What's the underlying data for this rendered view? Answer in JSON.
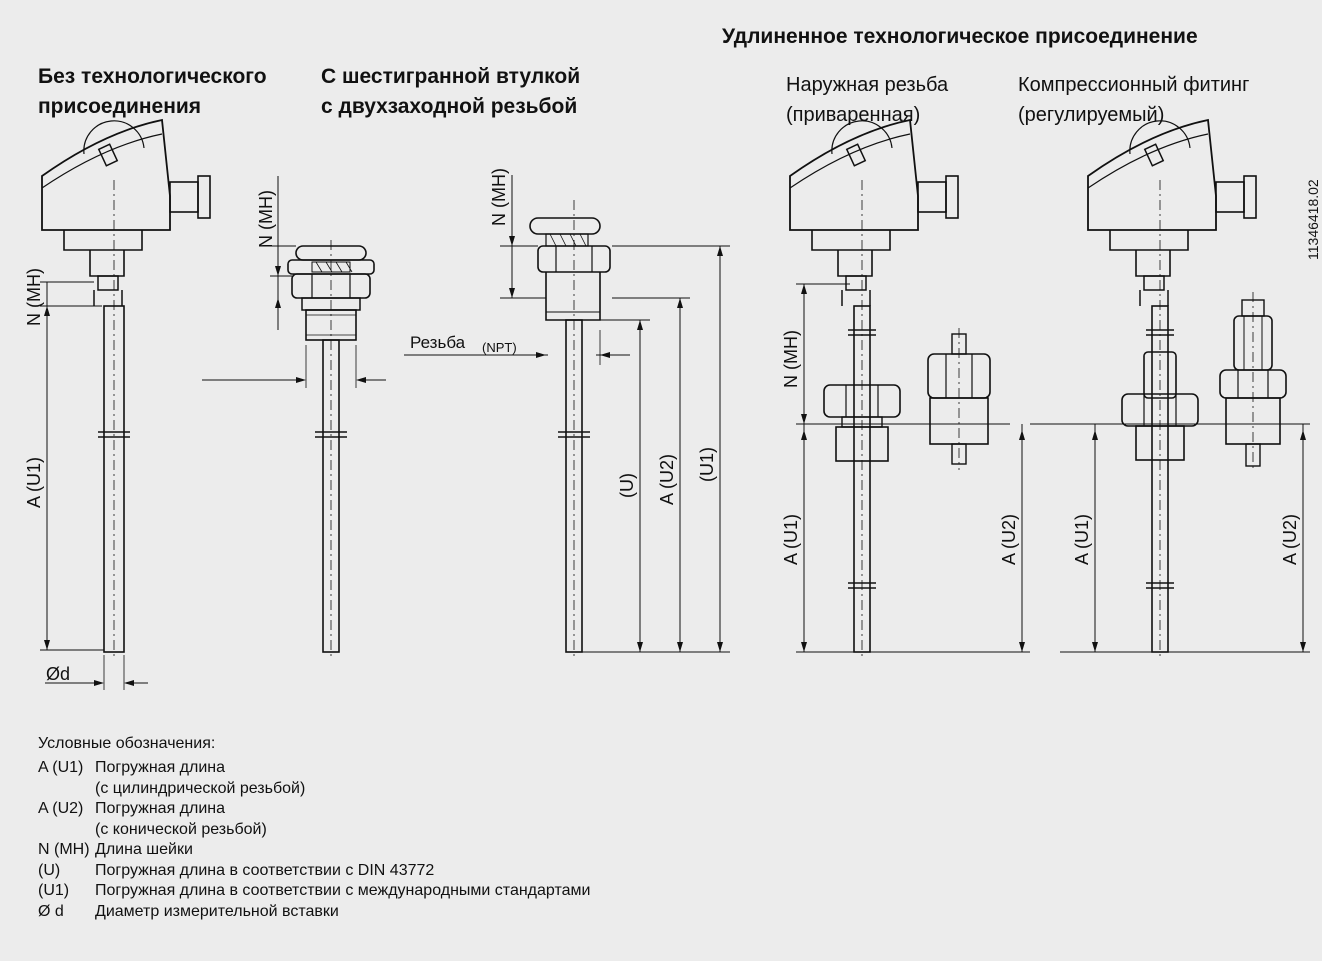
{
  "headers": {
    "group_extended": "Удлиненное технологическое присоединение",
    "col1_line1": "Без технологического",
    "col1_line2": "присоединения",
    "col2_line1": "С шестигранной втулкой",
    "col2_line2": "с двухзаходной резьбой",
    "col3_line1": "Наружная резьба",
    "col3_line2": "(приваренная)",
    "col4_line1": "Компрессионный фитинг",
    "col4_line2": "(регулируемый)"
  },
  "drawing_id": "11346418.02",
  "labels": {
    "thread": "Резьба",
    "npt": "(NPT)",
    "diam": "Ød",
    "n_mh": "N (MH)",
    "a_u1": "A (U1)",
    "a_u2": "A (U2)",
    "u": "(U)",
    "u1": "(U1)"
  },
  "legend": {
    "title": "Условные обозначения:",
    "items": [
      {
        "sym": "A (U1)",
        "desc": "Погружная длина"
      },
      {
        "sym": "",
        "desc": "(с цилиндрической резьбой)"
      },
      {
        "sym": "A (U2)",
        "desc": "Погружная длина"
      },
      {
        "sym": "",
        "desc": "(с конической резьбой)"
      },
      {
        "sym": "N (MH)",
        "desc": "Длина шейки"
      },
      {
        "sym": "(U)",
        "desc": "Погружная длина в соответствии с DIN 43772"
      },
      {
        "sym": "(U1)",
        "desc": "Погружная длина в соответствии с международными стандартами"
      },
      {
        "sym": "Ø d",
        "desc": "Диаметр измерительной вставки"
      }
    ]
  },
  "colors": {
    "line": "#111111",
    "background": "#ececec"
  }
}
